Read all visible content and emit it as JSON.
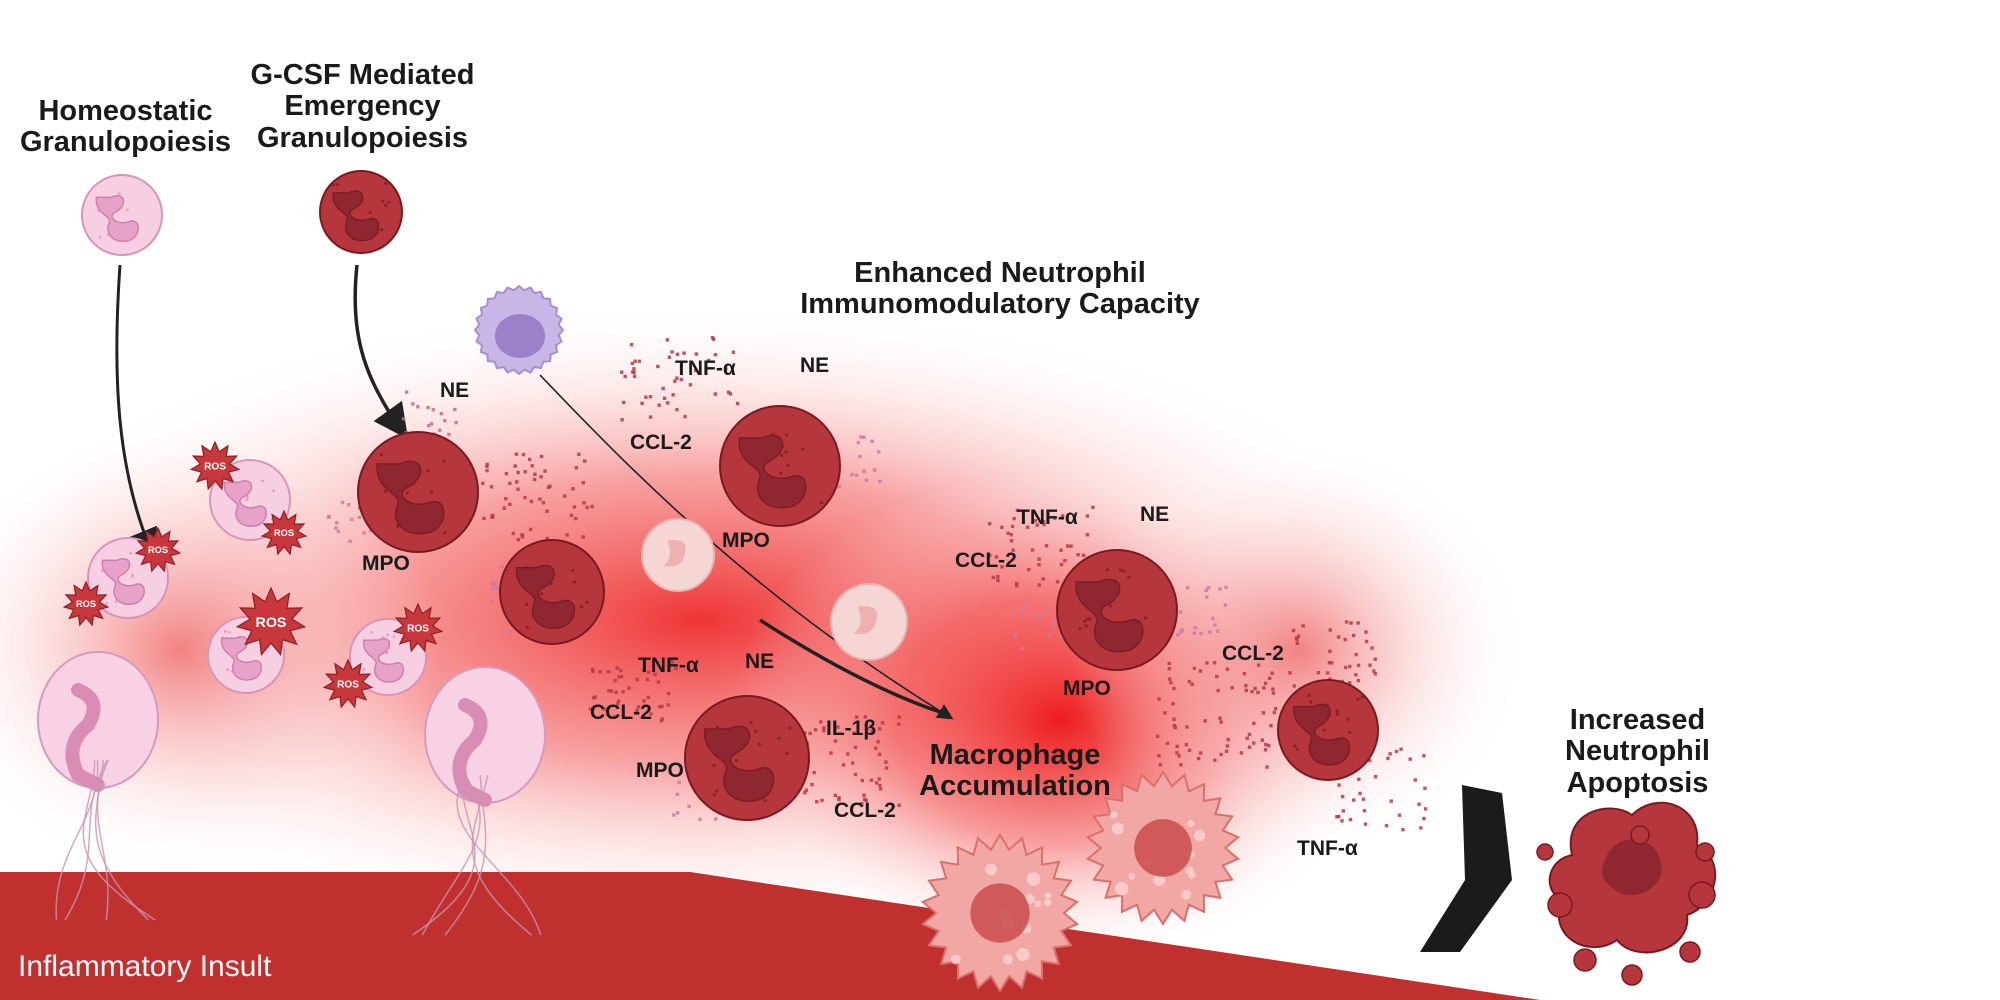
{
  "headings": {
    "homeostatic": "Homeostatic\nGranulopoiesis",
    "gcsf": "G-CSF Mediated\nEmergency\nGranulopoiesis",
    "enhanced": "Enhanced Neutrophil\nImmunomodulatory Capacity",
    "macrophage": "Macrophage\nAccumulation",
    "apoptosis": "Increased\nNeutrophil\nApoptosis"
  },
  "banner": {
    "label": "Inflammatory Insult"
  },
  "ros_label": "ROS",
  "cytokines": {
    "ne_1": "NE",
    "mpo_1": "MPO",
    "tnf_2": "TNF-α",
    "ne_2": "NE",
    "ccl2_2": "CCL-2",
    "mpo_2": "MPO",
    "tnf_3": "TNF-α",
    "ne_3": "NE",
    "ccl2_3": "CCL-2",
    "mpo_3": "MPO",
    "il1b_3": "IL-1β",
    "ccl2_3b": "CCL-2",
    "tnf_4": "TNF-α",
    "ne_4": "NE",
    "ccl2_4": "CCL-2",
    "mpo_4": "MPO",
    "ccl2_5": "CCL-2",
    "tnf_5": "TNF-α"
  },
  "colors": {
    "activated_neutrophil": "#b5363c",
    "nucleus_dark": "#7d1c24",
    "homeostatic_neutrophil": "#f7cfe3",
    "banner": "#c0302f",
    "inflammation_glow": "#ee2a2a",
    "arrow": "#222222"
  }
}
